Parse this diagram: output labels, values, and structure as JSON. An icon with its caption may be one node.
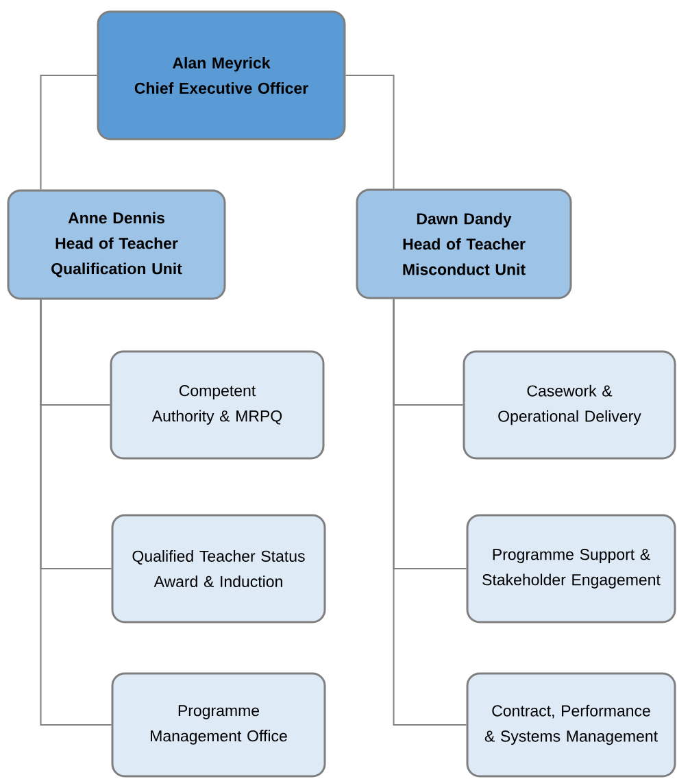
{
  "diagram": {
    "nodes": [
      {
        "text": [
          "Alan Meyrick",
          "Chief Executive Officer"
        ]
      },
      {
        "text": [
          "Anne Dennis",
          "Head of Teacher Qualification Unit"
        ]
      },
      {
        "text": [
          "Dawn Dandy",
          "Head of Teacher Misconduct Unit"
        ]
      },
      {
        "text": [
          "Competent Authority & MRPQ"
        ]
      },
      {
        "text": [
          "Qualified Teacher Status Award & Induction"
        ]
      },
      {
        "text": [
          "Programme Management Office"
        ]
      },
      {
        "text": [
          "Casework & Operational Delivery"
        ]
      },
      {
        "text": [
          "Programme Support & Stakeholder Engagement"
        ]
      },
      {
        "text": [
          "Contract, Performance & Systems Management"
        ]
      }
    ],
    "edges": [
      {
        "from": 0,
        "to": 1,
        "arrow": "none"
      },
      {
        "from": 0,
        "to": 2,
        "arrow": "none"
      },
      {
        "from": 1,
        "to": 3,
        "arrow": "none"
      },
      {
        "from": 1,
        "to": 4,
        "arrow": "none"
      },
      {
        "from": 1,
        "to": 5,
        "arrow": "none"
      },
      {
        "from": 2,
        "to": 6,
        "arrow": "none"
      },
      {
        "from": 2,
        "to": 7,
        "arrow": "none"
      },
      {
        "from": 2,
        "to": 8,
        "arrow": "none"
      }
    ]
  }
}
